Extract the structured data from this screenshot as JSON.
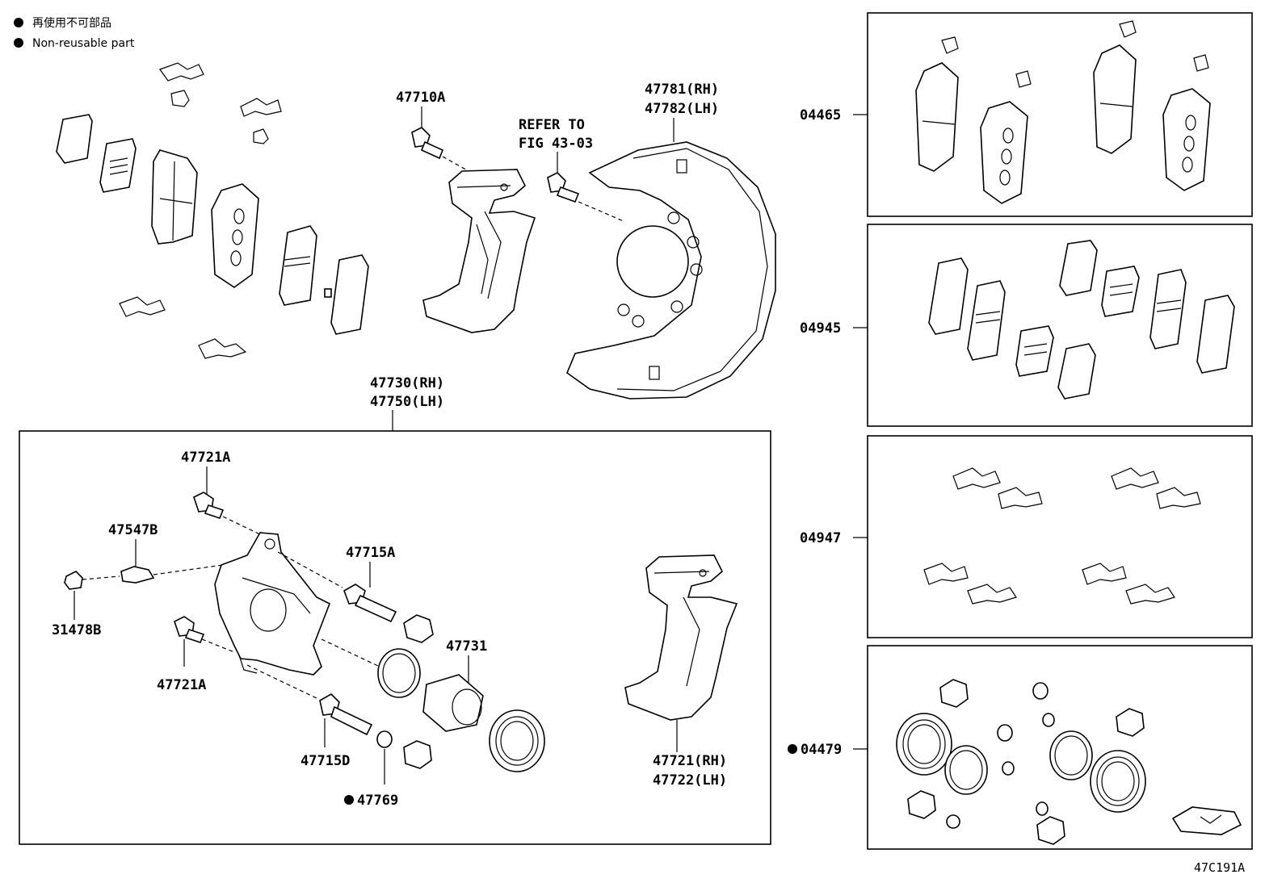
{
  "legend": {
    "line_jp": "再使用不可部品",
    "line_en": "Non-reusable part"
  },
  "labels": {
    "p47710A": "47710A",
    "refer_line1": "REFER TO",
    "refer_line2": "FIG 43-03",
    "p47781": "47781(RH)",
    "p47782": "47782(LH)",
    "p47730": "47730(RH)",
    "p47750": "47750(LH)",
    "p47721A_top": "47721A",
    "p47547B": "47547B",
    "p31478B": "31478B",
    "p47715A": "47715A",
    "p47731": "47731",
    "p47721A_bottom": "47721A",
    "p47715D": "47715D",
    "p47769": "47769",
    "p47721": "47721(RH)",
    "p47722": "47722(LH)",
    "p04465": "04465",
    "p04945": "04945",
    "p04947": "04947",
    "p04479": "04479",
    "figure_code": "47C191A"
  }
}
